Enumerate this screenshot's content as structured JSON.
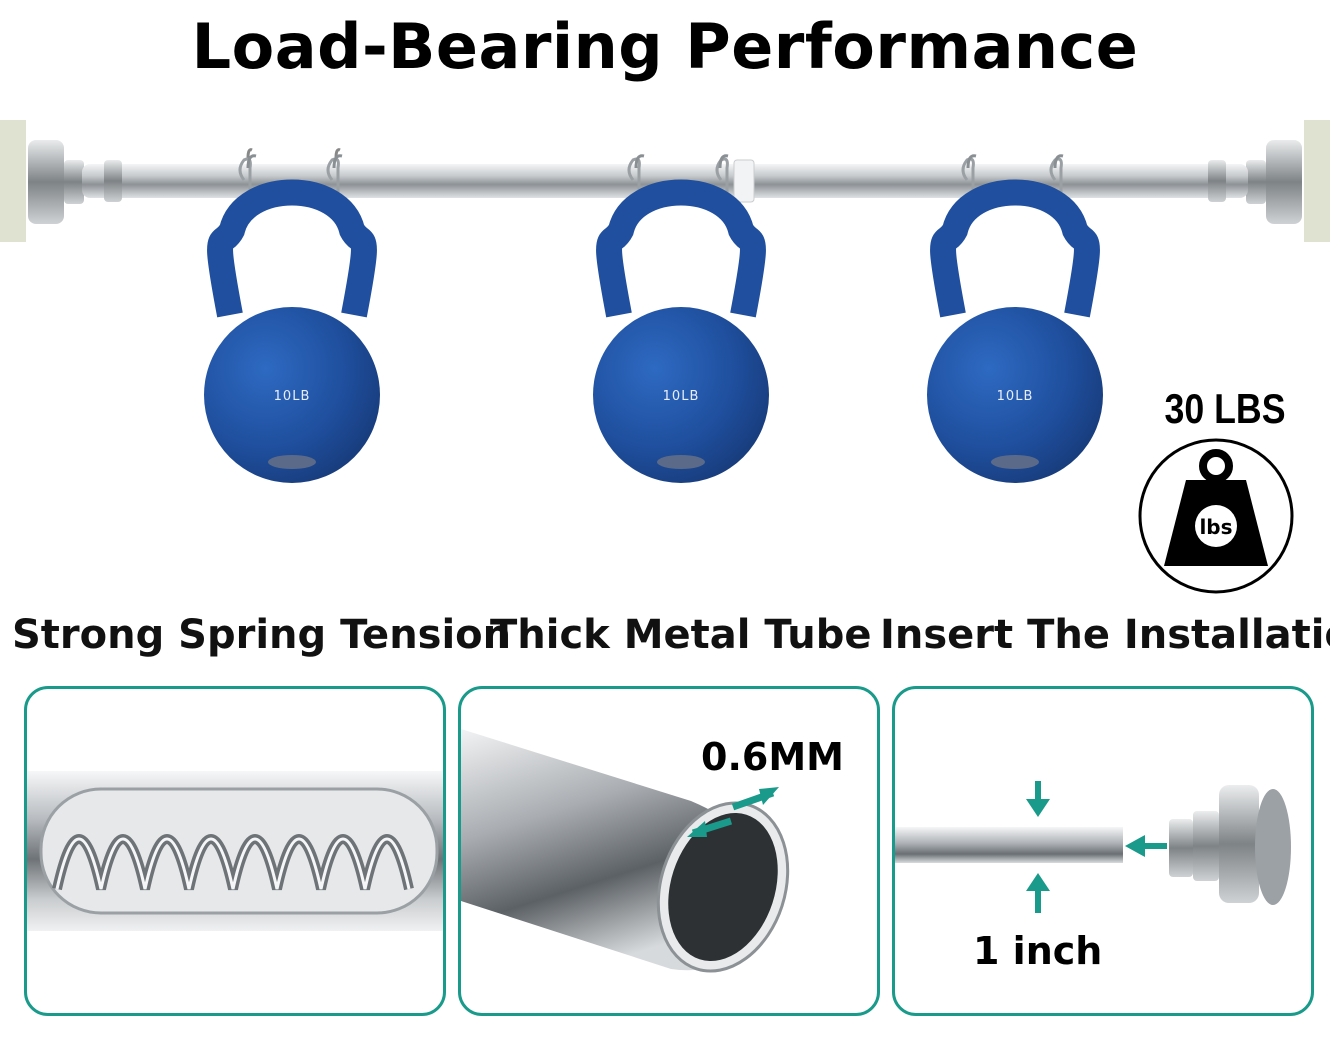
{
  "headline": "Load-Bearing Performance",
  "kettlebells": [
    {
      "label": "10LB"
    },
    {
      "label": "10LB"
    },
    {
      "label": "10LB"
    }
  ],
  "badge": {
    "total": "30 LBS",
    "weight_icon_text": "lbs",
    "icon": "weight-icon"
  },
  "features": [
    {
      "title": "Strong Spring Tension"
    },
    {
      "title": "Thick Metal Tube",
      "callout": "0.6MM"
    },
    {
      "title": "Insert The Installation",
      "callout": "1 inch"
    }
  ],
  "colors": {
    "accent": "#1a9a8a",
    "kettlebell": "#1f4f9e",
    "chrome": "#b8bcc0"
  }
}
